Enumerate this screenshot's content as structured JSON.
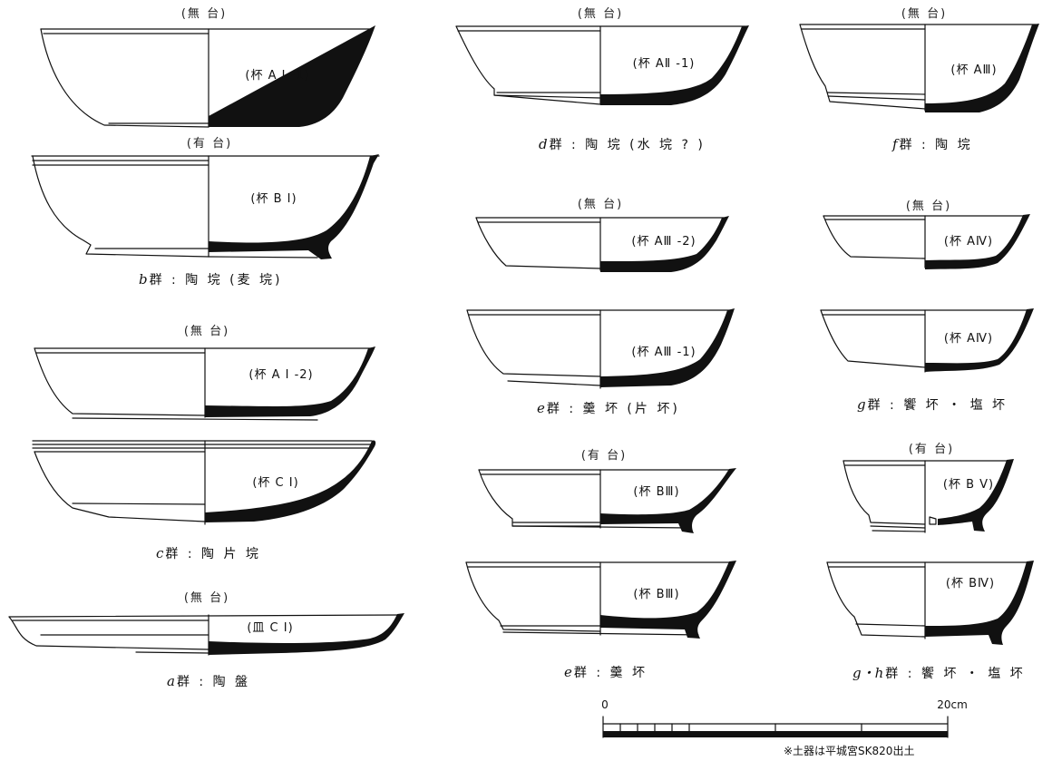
{
  "vessels": {
    "a1": {
      "stand": "(無 台)",
      "code": "(杯 A Ⅰ -1)"
    },
    "b1": {
      "stand": "(有 台)",
      "code": "(杯 B Ⅰ)"
    },
    "a12": {
      "stand": "(無 台)",
      "code": "(杯 A Ⅰ -2)"
    },
    "c1": {
      "code": "(杯 C Ⅰ)"
    },
    "pan": {
      "stand": "(無 台)",
      "code": "(皿 C Ⅰ)"
    },
    "a21": {
      "stand": "(無 台)",
      "code": "(杯 AⅡ -1)"
    },
    "a3": {
      "stand": "(無 台)",
      "code": "(杯 AⅢ)"
    },
    "a32": {
      "stand": "(無 台)",
      "code": "(杯 AⅢ -2)"
    },
    "a4a": {
      "stand": "(無 台)",
      "code": "(杯 AⅣ)"
    },
    "a31": {
      "code": "(杯 AⅢ -1)"
    },
    "a4b": {
      "code": "(杯 AⅣ)"
    },
    "b3a": {
      "stand": "(有 台)",
      "code": "(杯 BⅢ)"
    },
    "b5": {
      "stand": "(有 台)",
      "code": "(杯 B Ⅴ)"
    },
    "b3b": {
      "code": "(杯 BⅢ)"
    },
    "b4": {
      "code": "(杯 BⅣ)"
    }
  },
  "groups": {
    "b": {
      "letter": "b",
      "text": "群 : 陶 垸 (麦 垸)"
    },
    "c": {
      "letter": "c",
      "text": "群 : 陶 片 垸"
    },
    "a": {
      "letter": "a",
      "text": "群 : 陶 盤"
    },
    "d": {
      "letter": "d",
      "text": "群 : 陶 垸 (水 垸 ? )"
    },
    "f": {
      "letter": "f",
      "text": "群 : 陶 垸"
    },
    "e1": {
      "letter": "e",
      "text": "群 : 羹 坏 (片 坏)"
    },
    "g": {
      "letter": "g",
      "text": "群 : 饗 坏 ・ 塩 坏"
    },
    "e2": {
      "letter": "e",
      "text": "群 : 羹 坏"
    },
    "gh": {
      "letter": "g・h",
      "text": "群 : 饗 坏 ・ 塩 坏"
    }
  },
  "scale": {
    "start": "0",
    "end": "20cm"
  },
  "note": "※土器は平城宮SK820出土"
}
